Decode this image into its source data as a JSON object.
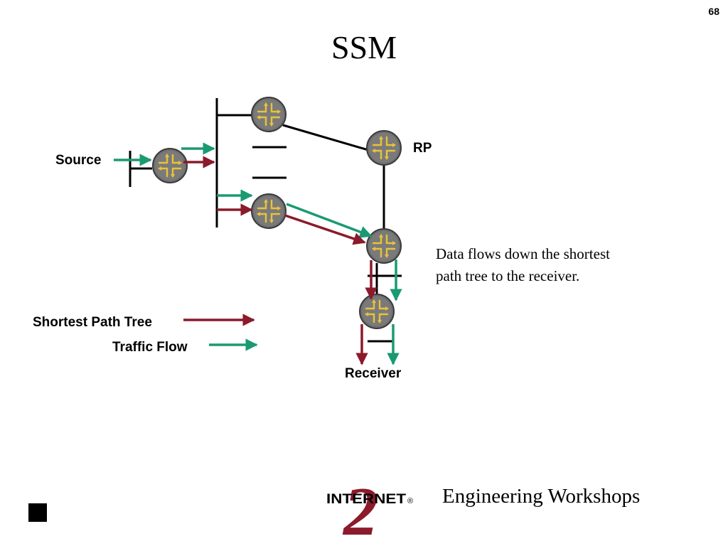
{
  "slide": {
    "number": "68",
    "title": "SSM",
    "description": [
      "Data flows down the shortest",
      "path tree to the receiver."
    ]
  },
  "diagram": {
    "labels": {
      "source": "Source",
      "rp": "RP",
      "receiver": "Receiver"
    },
    "legend": [
      {
        "label": "Shortest Path Tree",
        "color": "#8b1a2b"
      },
      {
        "label": "Traffic Flow",
        "color": "#1a9a72"
      }
    ]
  },
  "footer": {
    "logo_text": "INTERNET",
    "logo_numeral": "2",
    "logo_mark": "®",
    "text": "Engineering Workshops"
  },
  "colors": {
    "router_body": "#707070",
    "router_arrows": "#e8c33a",
    "spt_red": "#8b1a2b",
    "flow_green": "#1a9a72"
  }
}
